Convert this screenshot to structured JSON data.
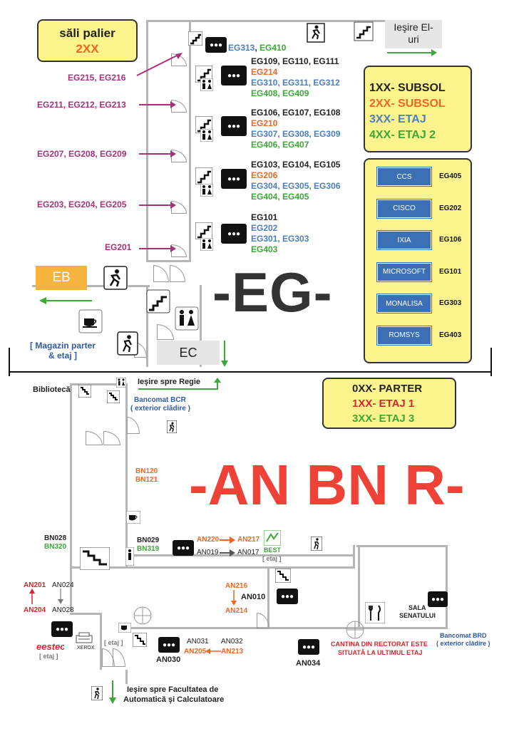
{
  "top": {
    "note": {
      "line1": "săli palier",
      "line2": "2XX"
    },
    "iesire_el": {
      "line1": "Ieşire El-",
      "line2": "uri"
    },
    "legend": [
      {
        "code": "1XX- SUBSOL",
        "color": "#222222"
      },
      {
        "code": "2XX- SUBSOL",
        "color": "#f26522"
      },
      {
        "code": "3XX- ETAJ",
        "color": "#4a7fc1"
      },
      {
        "code": "4XX- ETAJ 2",
        "color": "#3aa935"
      }
    ],
    "floor_rooms": [
      {
        "lines": [
          {
            "parts": [
              {
                "t": "EG313",
                "c": "blue"
              },
              {
                "t": ", ",
                "c": "blk"
              },
              {
                "t": "EG410",
                "c": "green"
              }
            ]
          }
        ]
      },
      {
        "lines": [
          {
            "parts": [
              {
                "t": "EG109, EG110, EG111",
                "c": "blk"
              }
            ]
          },
          {
            "parts": [
              {
                "t": "EG214",
                "c": "red"
              }
            ]
          },
          {
            "parts": [
              {
                "t": "EG310, EG311, EG312",
                "c": "blue"
              }
            ]
          },
          {
            "parts": [
              {
                "t": "EG408, EG409",
                "c": "green"
              }
            ]
          }
        ]
      },
      {
        "lines": [
          {
            "parts": [
              {
                "t": "EG106, EG107, EG108",
                "c": "blk"
              }
            ]
          },
          {
            "parts": [
              {
                "t": "EG210",
                "c": "red"
              }
            ]
          },
          {
            "parts": [
              {
                "t": "EG307, EG308, EG309",
                "c": "blue"
              }
            ]
          },
          {
            "parts": [
              {
                "t": "EG406, EG407",
                "c": "green"
              }
            ]
          }
        ]
      },
      {
        "lines": [
          {
            "parts": [
              {
                "t": "EG103, EG104, EG105",
                "c": "blk"
              }
            ]
          },
          {
            "parts": [
              {
                "t": "EG206",
                "c": "red"
              }
            ]
          },
          {
            "parts": [
              {
                "t": "EG304, EG305, EG306",
                "c": "blue"
              }
            ]
          },
          {
            "parts": [
              {
                "t": "EG404, EG405",
                "c": "green"
              }
            ]
          }
        ]
      },
      {
        "lines": [
          {
            "parts": [
              {
                "t": "EG101",
                "c": "blk"
              }
            ]
          },
          {
            "parts": [
              {
                "t": "EG202",
                "c": "blue"
              }
            ]
          },
          {
            "parts": [
              {
                "t": "EG301, EG303",
                "c": "blue"
              }
            ]
          },
          {
            "parts": [
              {
                "t": "EG403",
                "c": "green"
              }
            ]
          }
        ]
      }
    ],
    "landing_labels": [
      "EG215, EG216",
      "EG211, EG212, EG213",
      "EG207, EG208, EG209",
      "EG203, EG204, EG205",
      "EG201"
    ],
    "companies": [
      {
        "name": "CCS",
        "room": "EG405"
      },
      {
        "name": "CISCO",
        "room": "EG202"
      },
      {
        "name": "IXIA",
        "room": "EG106"
      },
      {
        "name": "MICROSOFT",
        "room": "EG101"
      },
      {
        "name": "MONALISA",
        "room": "EG303"
      },
      {
        "name": "ROMSYS",
        "room": "EG403"
      }
    ],
    "eb": "EB",
    "ec": "EC",
    "eg_title": "-EG-",
    "magazin": {
      "line1": "[ Magazin parter",
      "line2": "& etaj ]"
    }
  },
  "bottom": {
    "iesire_regie": "Ieşire spre Regie",
    "biblioteca": "Bibliotecă",
    "bancomat_bcr": {
      "line1": "Bancomat BCR",
      "line2": "( exterior clădire )"
    },
    "legend": [
      {
        "code": "0XX- PARTER",
        "color": "#222222"
      },
      {
        "code": "1XX- ETAJ 1",
        "color": "#d7262d"
      },
      {
        "code": "3XX- ETAJ 3",
        "color": "#3aa935"
      }
    ],
    "bn120": "BN120",
    "bn121": "BN121",
    "title": "-AN BN R-",
    "bn028": "BN028",
    "bn320": "BN320",
    "bn029": "BN029",
    "bn319": "BN319",
    "an220": "AN220",
    "an217": "AN217",
    "an019": "AN019",
    "an017": "AN017",
    "best": "BEST",
    "best_etaj": "[ etaj ]",
    "an201": "AN201",
    "an024": "AN024",
    "an204": "AN204",
    "an028": "AN028",
    "an216": "AN216",
    "an010": "AN010",
    "an214": "AN214",
    "sala": {
      "line1": "SALA",
      "line2": "SENATULUI"
    },
    "eestec": "eestec",
    "eestec_etaj": "[ etaj ]",
    "xerox": "XEROX",
    "etaj_mid": "[ etaj ]",
    "an031": "AN031",
    "an032": "AN032",
    "an205": "AN205",
    "an213": "AN213",
    "an030": "AN030",
    "an034": "AN034",
    "bancomat_brd": {
      "line1": "Bancomat BRD",
      "line2": "( exterior clădire )"
    },
    "cantina": {
      "line1": "CANTINA DIN RECTORAT ESTE",
      "line2": "SITUATĂ LA ULTIMUL ETAJ"
    },
    "iesire_fac": {
      "line1": "Ieşire spre Facultatea de",
      "line2": "Automatică şi Calculatoare"
    }
  },
  "colors": {
    "magenta": "#a6307a",
    "orange": "#f26522",
    "blue": "#4a7fc1",
    "green": "#3aa935",
    "yellow": "#fef48d",
    "company_blue": "#3b6fb6",
    "eb_orange": "#f6b33e",
    "title_red": "#ef4136",
    "title_gray": "#333333"
  }
}
